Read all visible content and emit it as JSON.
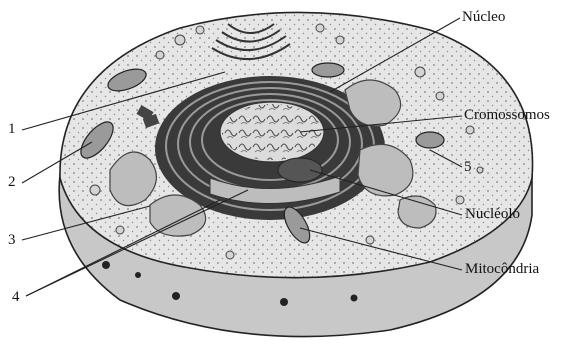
{
  "diagram": {
    "labels": {
      "nucleo": "Núcleo",
      "cromossomos": "Cromossomos",
      "nucleolo": "Nucléolo",
      "mitocondria": "Mitocôndria"
    },
    "numbers": {
      "n1": "1",
      "n2": "2",
      "n3": "3",
      "n4": "4",
      "n5": "5"
    }
  }
}
